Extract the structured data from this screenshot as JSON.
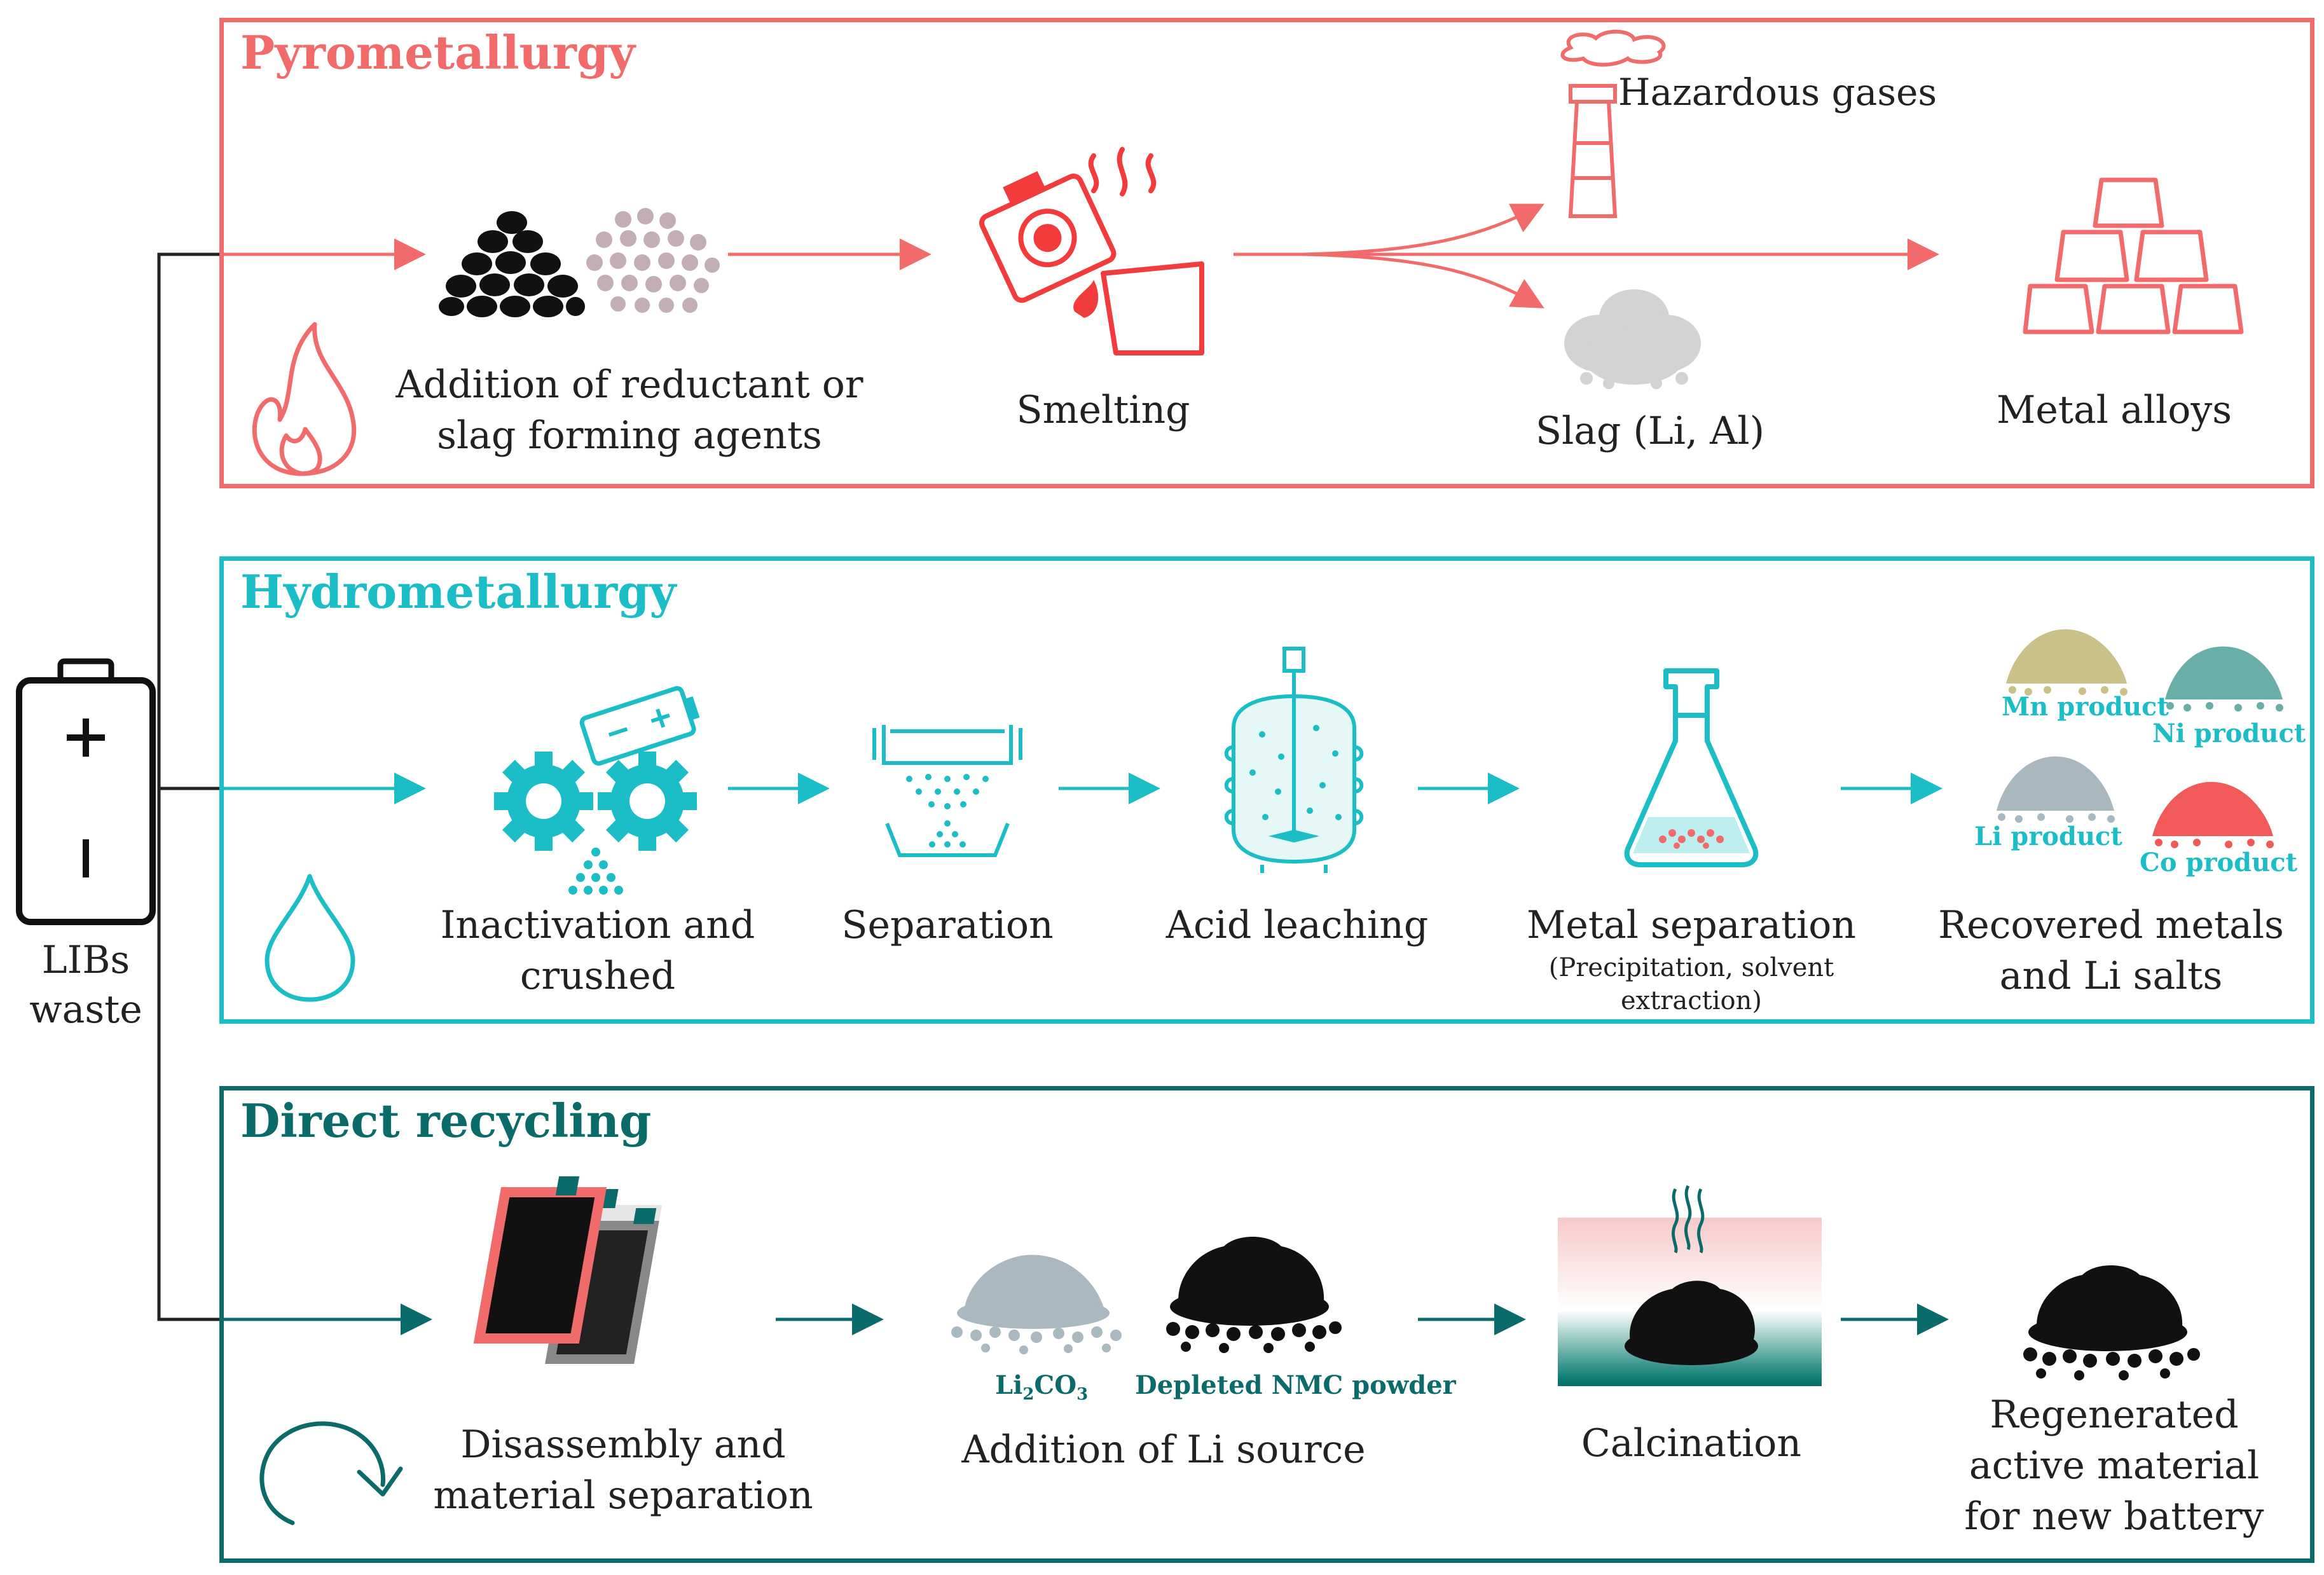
{
  "colors": {
    "pyro": "#f26b6b",
    "hydro": "#1bbdc6",
    "direct": "#0b6b6b",
    "dark": "#111111",
    "gray": "#888888"
  },
  "source": {
    "label_line1": "LIBs",
    "label_line2": "waste"
  },
  "pyro": {
    "title": "Pyrometallurgy",
    "step1_line1": "Addition of reductant or",
    "step1_line2": "slag forming agents",
    "step2": "Smelting",
    "gases": "Hazardous gases",
    "slag": "Slag (Li, Al)",
    "alloys": "Metal alloys"
  },
  "hydro": {
    "title": "Hydrometallurgy",
    "step1_line1": "Inactivation and",
    "step1_line2": "crushed",
    "step2": "Separation",
    "step3": "Acid leaching",
    "step4": "Metal separation",
    "step4_sub_line1": "(Precipitation, solvent",
    "step4_sub_line2": "extraction)",
    "step5_line1": "Recovered metals",
    "step5_line2": "and Li salts",
    "products": {
      "mn": "Mn product",
      "ni": "Ni product",
      "li": "Li product",
      "co": "Co product"
    }
  },
  "direct": {
    "title": "Direct recycling",
    "step1_line1": "Disassembly and",
    "step1_line2": "material separation",
    "li2co3_main": "Li",
    "li2co3_sub1": "2",
    "li2co3_mid": "CO",
    "li2co3_sub2": "3",
    "nmc": "Depleted NMC powder",
    "step2": "Addition of Li source",
    "step3": "Calcination",
    "step4_line1": "Regenerated",
    "step4_line2": "active material",
    "step4_line3": "for new battery"
  }
}
